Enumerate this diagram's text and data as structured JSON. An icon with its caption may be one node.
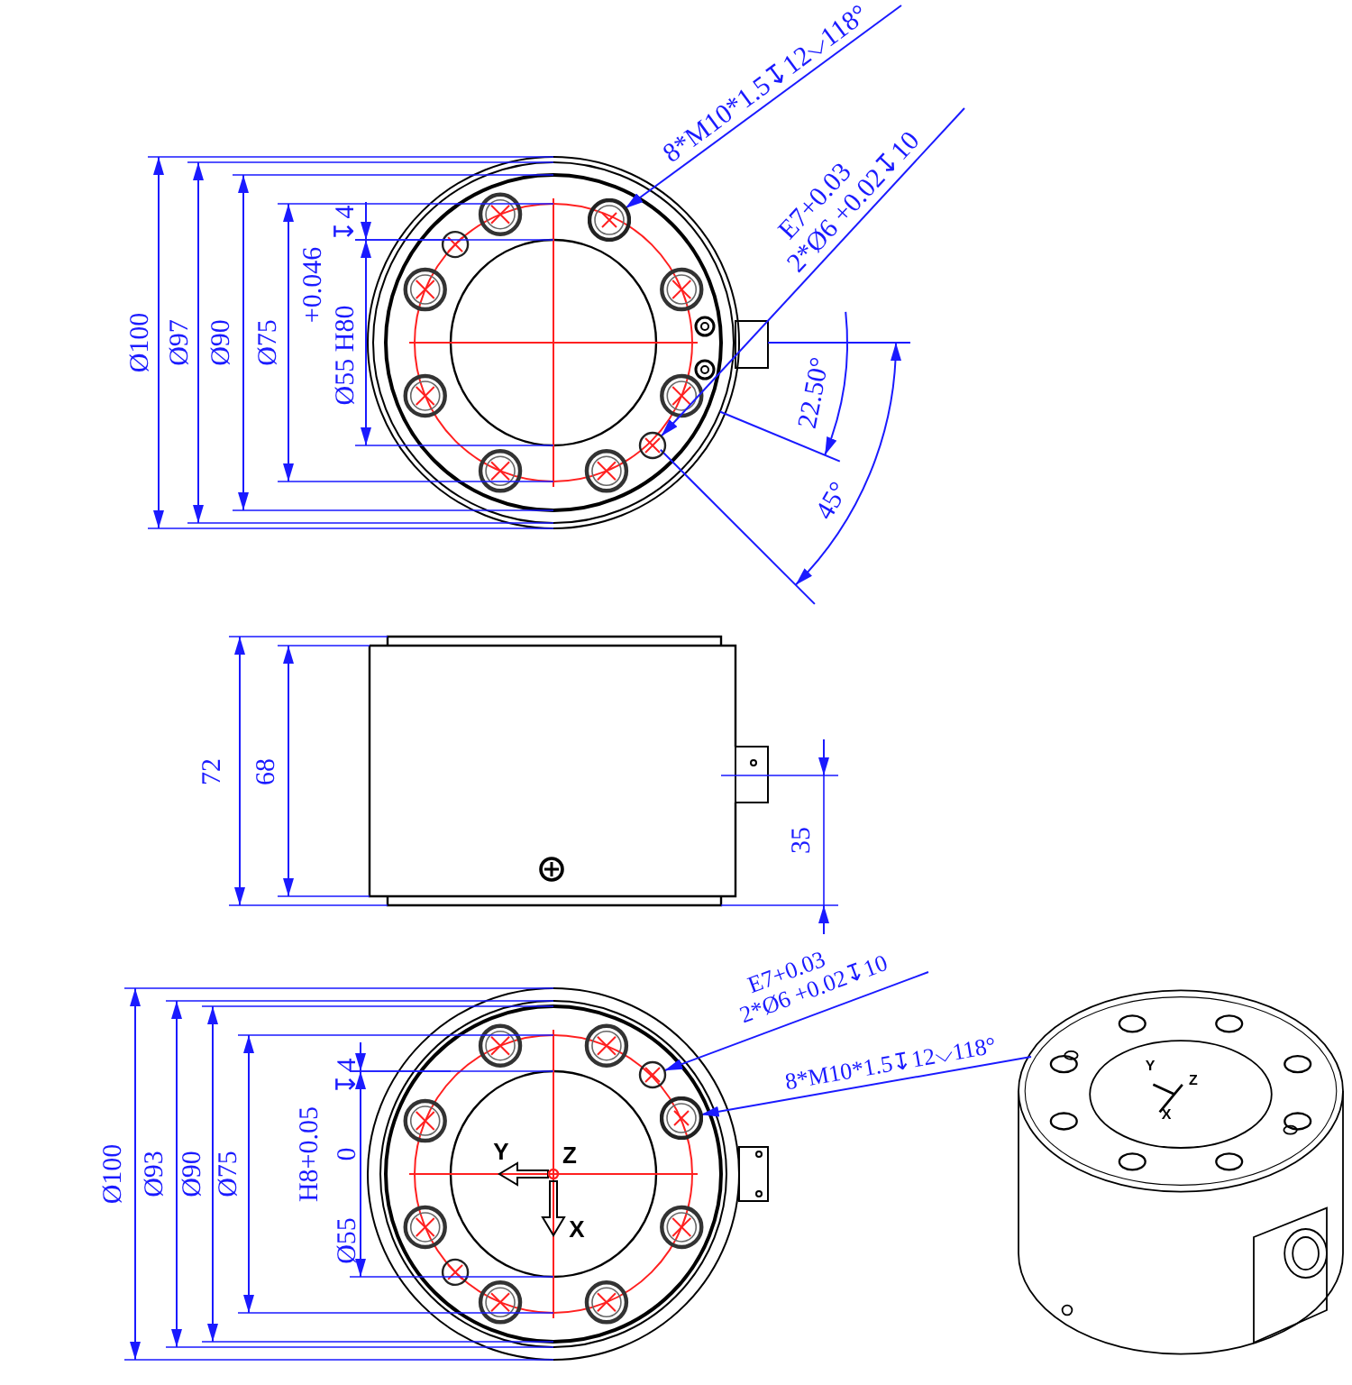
{
  "diagram": {
    "nodes": [
      {
        "text": [
          "8*M10*1.5↧12⌵118°"
        ]
      },
      {
        "text": [],
        "shape": "circle"
      },
      {
        "text": [
          "E7+0.03",
          "2*Ø6 +0.02↧10"
        ]
      },
      {
        "text": [],
        "shape": "circle"
      },
      {
        "text": [
          "E7+0.03",
          "2*Ø6 +0.02↧10"
        ]
      },
      {
        "text": [],
        "shape": "circle"
      },
      {
        "text": [
          "8*M10*1.5↧12⌵118°"
        ]
      },
      {
        "text": [],
        "shape": "circle"
      }
    ],
    "edges": [
      {
        "from": 0,
        "to": 1,
        "arrow": "to"
      },
      {
        "from": 2,
        "to": 3,
        "arrow": "to"
      },
      {
        "from": 4,
        "to": 5,
        "arrow": "to"
      },
      {
        "from": 6,
        "to": 7,
        "arrow": "to"
      }
    ],
    "labels": [
      "Ø100",
      "Ø97",
      "Ø90",
      "Ø75",
      "+0.046",
      "Ø55 H80",
      "↧4",
      "22.50°",
      "45°",
      "72",
      "68",
      "35",
      "Ø100",
      "Ø93",
      "Ø90",
      "Ø75",
      "H8+0.05",
      "0",
      "Ø55",
      "↧4",
      "Y",
      "Z",
      "X",
      "Y",
      "Z",
      "X"
    ]
  }
}
